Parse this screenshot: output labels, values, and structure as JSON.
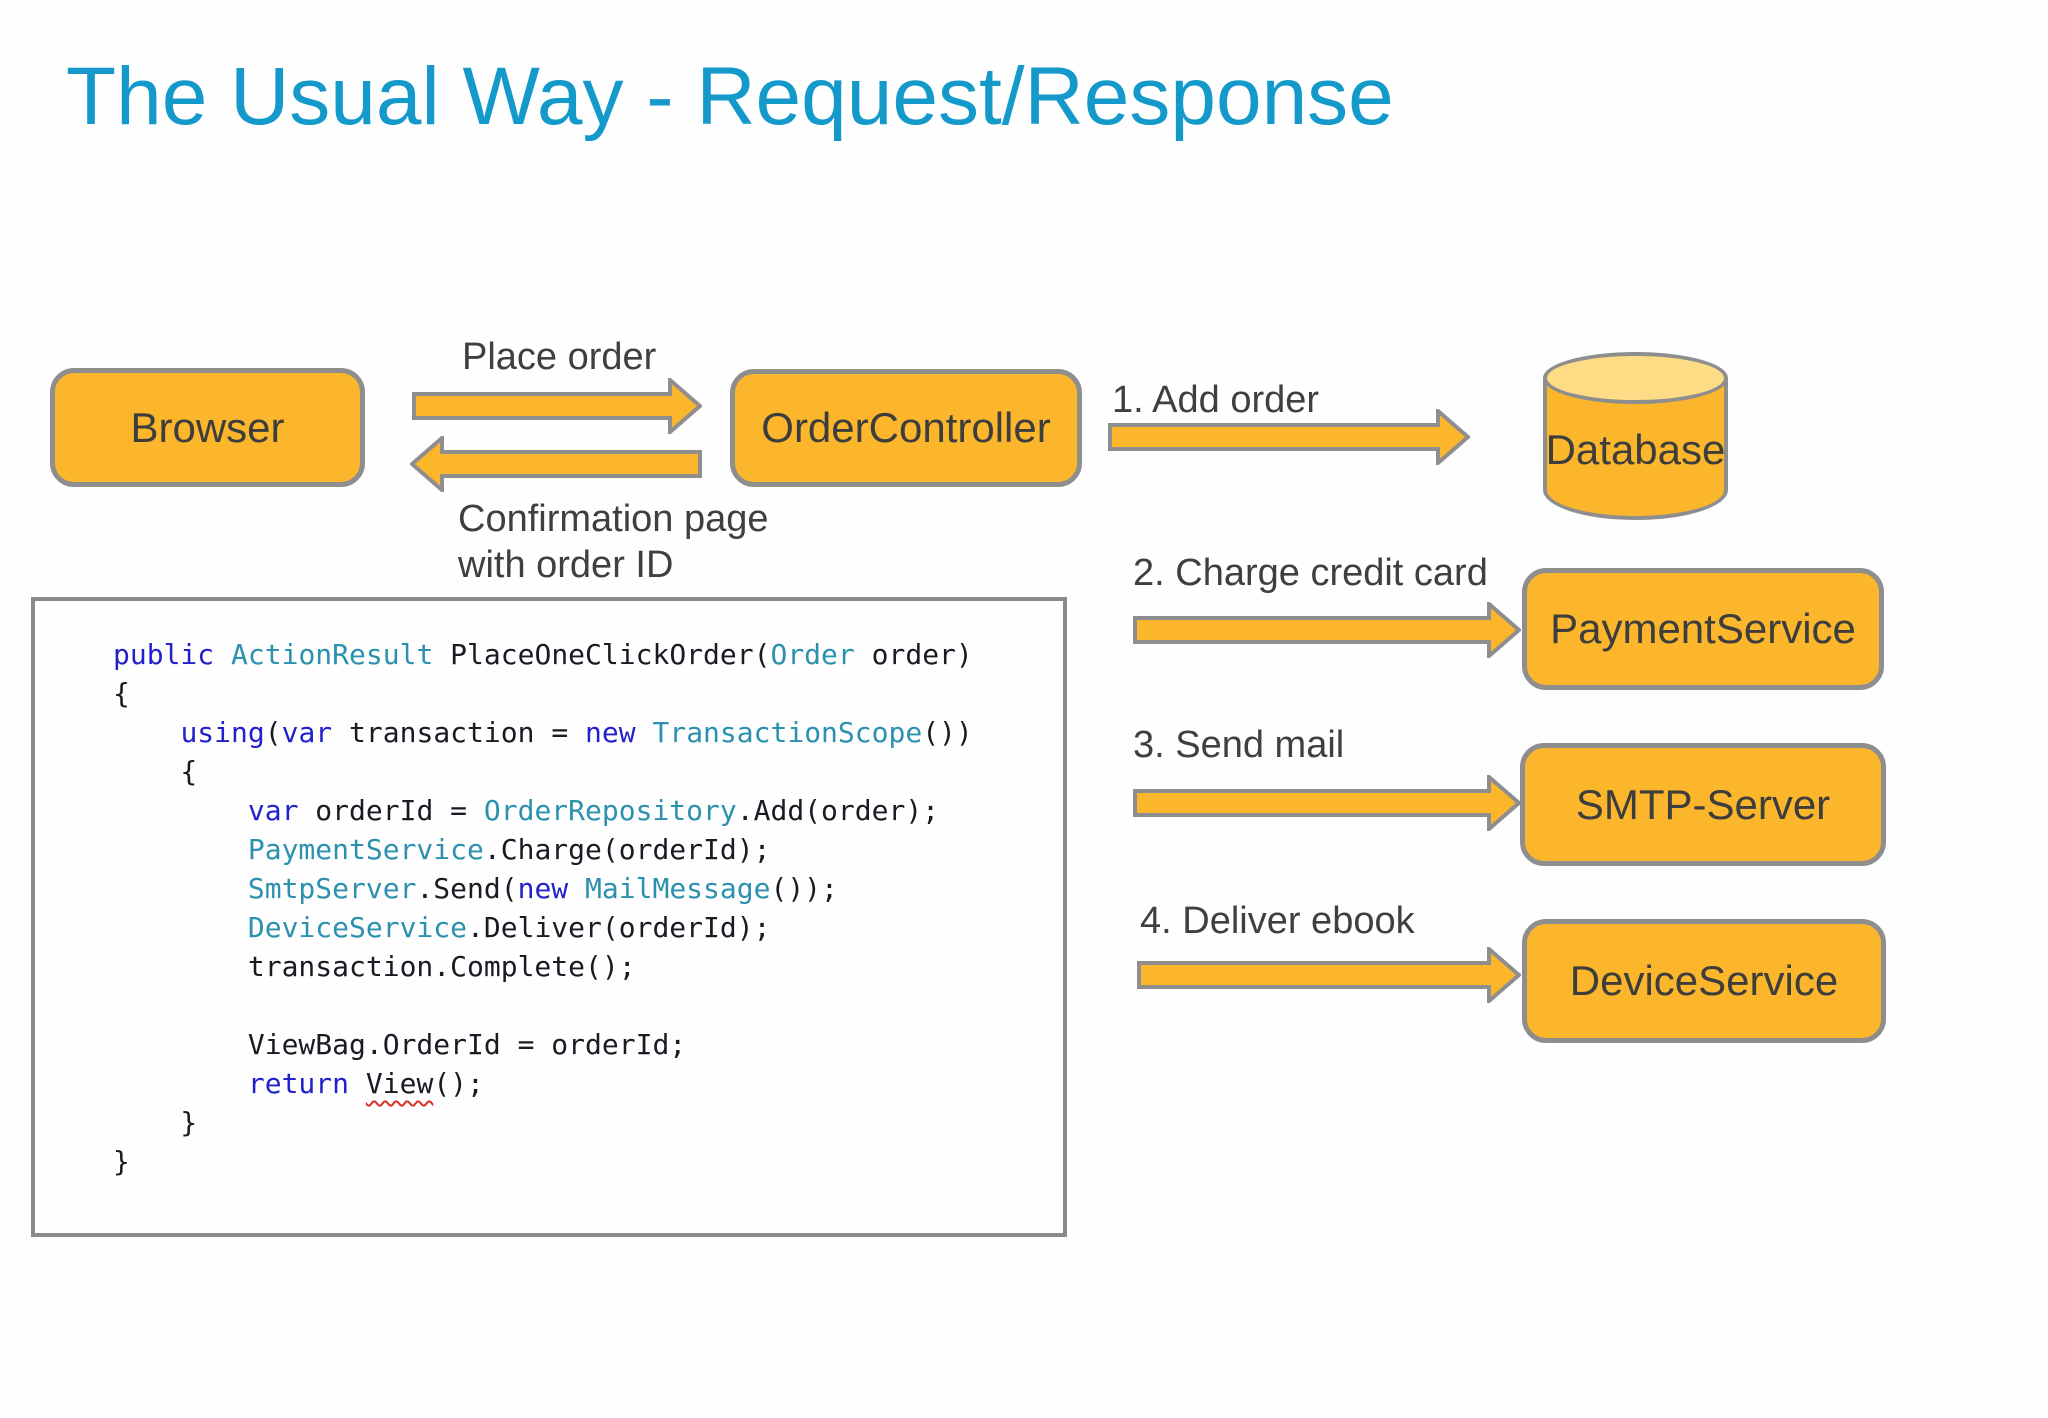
{
  "slide": {
    "title": "The Usual Way - Request/Response"
  },
  "colors": {
    "title_blue": "#1499CB",
    "accent_orange": "#FBB62C",
    "cylinder_top": "#FDDC85",
    "border_gray": "#8E8E8E",
    "label_gray": "#3F3F3F",
    "code_keyword": "#2222CC",
    "code_type": "#2B91AF",
    "code_plain": "#1A1A24",
    "squiggle_red": "#D93025"
  },
  "nodes": {
    "browser": {
      "label": "Browser"
    },
    "order_controller": {
      "label": "OrderController"
    },
    "database": {
      "label": "Database"
    },
    "payment_service": {
      "label": "PaymentService"
    },
    "smtp_server": {
      "label": "SMTP-Server"
    },
    "device_service": {
      "label": "DeviceService"
    }
  },
  "edges": {
    "place_order": {
      "label": "Place order"
    },
    "confirmation": {
      "line1": "Confirmation page",
      "line2": "with order ID"
    },
    "add_order": {
      "label": "1. Add order"
    },
    "charge": {
      "label": "2. Charge credit card"
    },
    "send_mail": {
      "label": "3. Send mail"
    },
    "deliver": {
      "label": "4. Deliver ebook"
    }
  },
  "code": {
    "lines": [
      [
        [
          "public",
          "k"
        ],
        [
          " ",
          "p"
        ],
        [
          "ActionResult",
          "t"
        ],
        [
          " PlaceOneClickOrder(",
          "p"
        ],
        [
          "Order",
          "t"
        ],
        [
          " order)",
          "p"
        ]
      ],
      [
        [
          "{",
          "p"
        ]
      ],
      [
        [
          "    ",
          "p"
        ],
        [
          "using",
          "k"
        ],
        [
          "(",
          "p"
        ],
        [
          "var",
          "k"
        ],
        [
          " transaction = ",
          "p"
        ],
        [
          "new",
          "k"
        ],
        [
          " ",
          "p"
        ],
        [
          "TransactionScope",
          "t"
        ],
        [
          "())",
          "p"
        ]
      ],
      [
        [
          "    {",
          "p"
        ]
      ],
      [
        [
          "        ",
          "p"
        ],
        [
          "var",
          "k"
        ],
        [
          " orderId = ",
          "p"
        ],
        [
          "OrderRepository",
          "t"
        ],
        [
          ".Add(order);",
          "p"
        ]
      ],
      [
        [
          "        ",
          "p"
        ],
        [
          "PaymentService",
          "t"
        ],
        [
          ".Charge(orderId);",
          "p"
        ]
      ],
      [
        [
          "        ",
          "p"
        ],
        [
          "SmtpServer",
          "t"
        ],
        [
          ".Send(",
          "p"
        ],
        [
          "new",
          "k"
        ],
        [
          " ",
          "p"
        ],
        [
          "MailMessage",
          "t"
        ],
        [
          "());",
          "p"
        ]
      ],
      [
        [
          "        ",
          "p"
        ],
        [
          "DeviceService",
          "t"
        ],
        [
          ".Deliver(orderId);",
          "p"
        ]
      ],
      [
        [
          "        transaction.Complete();",
          "p"
        ]
      ],
      [
        [
          " ",
          "p"
        ]
      ],
      [
        [
          "        ViewBag.OrderId = orderId;",
          "p"
        ]
      ],
      [
        [
          "        ",
          "p"
        ],
        [
          "return",
          "k"
        ],
        [
          " ",
          "p"
        ],
        [
          "View",
          "e"
        ],
        [
          "();",
          "p"
        ]
      ],
      [
        [
          "    }",
          "p"
        ]
      ],
      [
        [
          "}",
          "p"
        ]
      ]
    ]
  }
}
